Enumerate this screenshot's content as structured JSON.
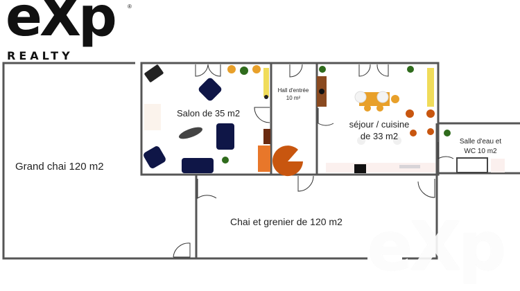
{
  "brand": {
    "logo_text": "eXp",
    "logo_subtext": "REALTY",
    "registered_mark": "®",
    "watermark": "eXp"
  },
  "floorplan": {
    "rooms": [
      {
        "id": "grand-chai",
        "label": "Grand chai 120 m2"
      },
      {
        "id": "salon",
        "label": "Salon de  35 m2"
      },
      {
        "id": "hall",
        "label_line1": "Hall d'entrée",
        "label_line2": "10 m²"
      },
      {
        "id": "sejour",
        "label_line1": "séjour / cuisine",
        "label_line2": "de 33 m2"
      },
      {
        "id": "salle-eau",
        "label_line1": "Salle d'eau et",
        "label_line2": "WC 10 m2"
      },
      {
        "id": "chai-grenier",
        "label": "Chai  et grenier  de  120 m2"
      }
    ],
    "colors": {
      "wall": "#555555",
      "sofa": "#0f1647",
      "orange": "#e8772a",
      "rust": "#c8560f",
      "yellow": "#f0dc5a",
      "plant": "#2f6b1c",
      "wood": "#8a4a20"
    }
  }
}
